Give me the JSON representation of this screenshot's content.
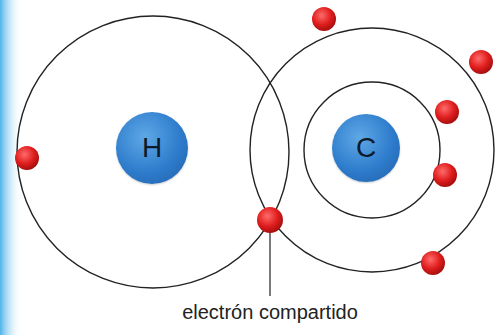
{
  "diagram": {
    "nodes": [
      {
        "text": [
          "H"
        ]
      },
      {
        "text": [
          "C"
        ]
      }
    ],
    "labels": [
      "electrón compartido"
    ]
  }
}
